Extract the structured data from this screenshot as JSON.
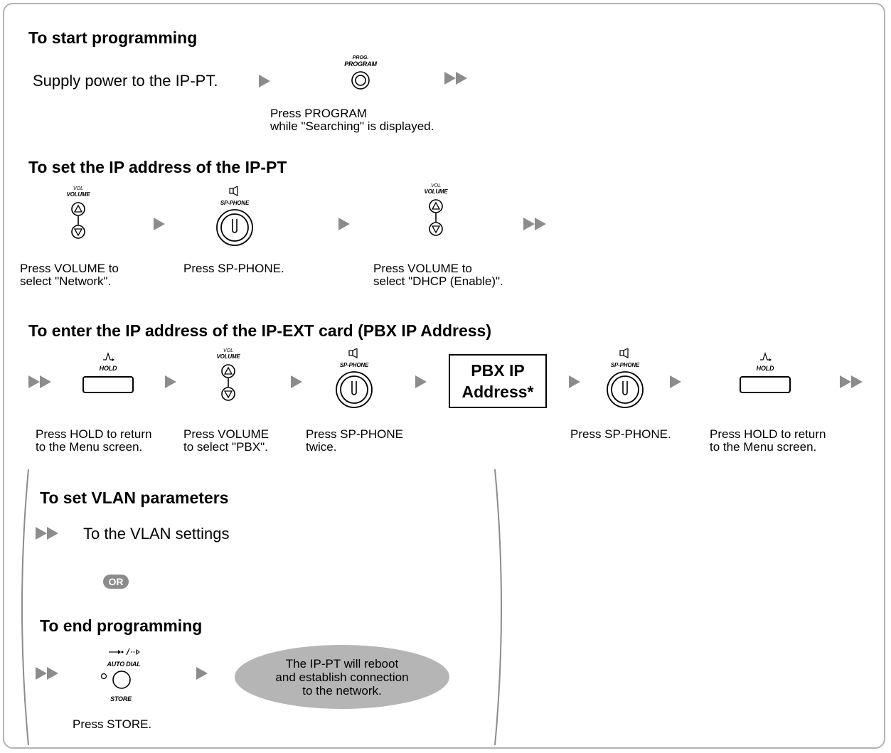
{
  "sections": {
    "start": {
      "title": "To start programming",
      "step_text": "Supply power to the IP-PT.",
      "program_key": {
        "top_label": "PROG.",
        "label": "PROGRAM"
      },
      "caption": "Press PROGRAM\nwhile \"Searching\" is displayed."
    },
    "set_ip": {
      "title": "To set the IP address of the IP-PT",
      "volume_key": {
        "top_label": "VOL",
        "label": "VOLUME"
      },
      "spphone_key": {
        "label": "SP-PHONE"
      },
      "captions": [
        "Press VOLUME to\nselect \"Network\".",
        "Press SP-PHONE.",
        "Press VOLUME to\nselect \"DHCP (Enable)\"."
      ]
    },
    "pbx_ip": {
      "title": "To enter the IP address of the IP-EXT card (PBX IP Address)",
      "hold_label": "HOLD",
      "pbx_box": "PBX IP\nAddress*",
      "captions": [
        "Press HOLD to return\nto the Menu screen.",
        "Press VOLUME\nto select \"PBX\".",
        "Press SP-PHONE\ntwice.",
        "Press SP-PHONE.",
        "Press HOLD to return\nto the Menu screen."
      ]
    },
    "vlan": {
      "title": "To set VLAN parameters",
      "step_text": "To the VLAN settings",
      "or_label": "OR"
    },
    "end": {
      "title": "To end programming",
      "autodial_label": "AUTO DIAL",
      "store_label": "STORE",
      "caption": "Press STORE.",
      "bubble": "The IP-PT will reboot\nand establish connection\nto the network."
    }
  },
  "colors": {
    "arrow": "#8c8c8c",
    "bubble": "#b5b5b5",
    "frame": "#b3b3b3"
  }
}
